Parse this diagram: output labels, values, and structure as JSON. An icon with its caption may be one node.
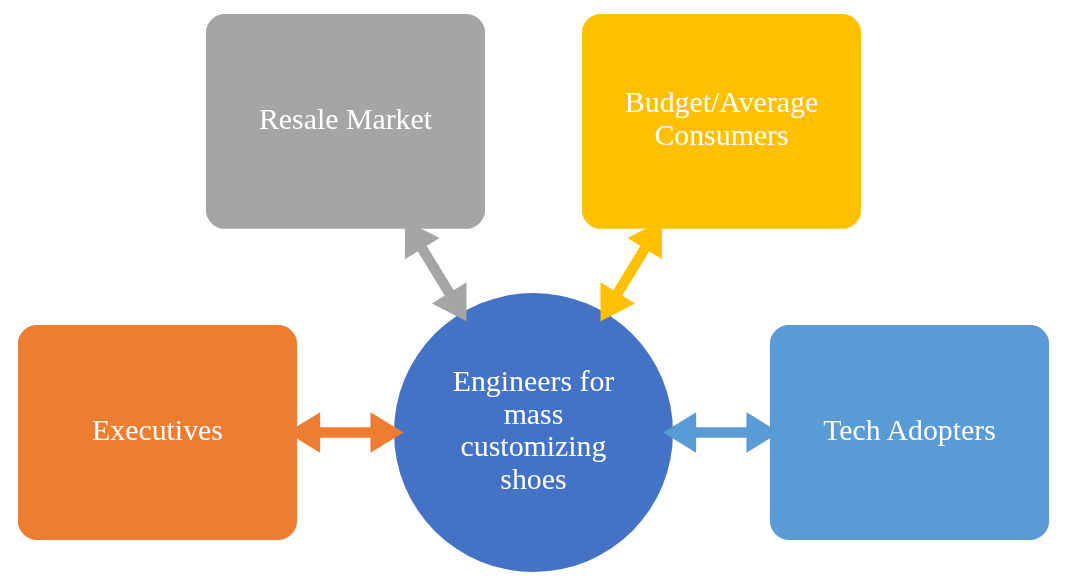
{
  "diagram": {
    "nodes": [
      {
        "text": [
          "Resale Market"
        ]
      },
      {
        "text": [
          "Budget/Average Consumers"
        ]
      },
      {
        "text": [
          "Executives"
        ]
      },
      {
        "text": [
          "Tech Adopters"
        ]
      },
      {
        "text": [
          "Engineers for mass customizing shoes"
        ]
      }
    ],
    "edges": [
      {
        "from": 0,
        "to": 4,
        "arrow": "both",
        "color": "#a5a5a5"
      },
      {
        "from": 1,
        "to": 4,
        "arrow": "both",
        "color": "#ffc000"
      },
      {
        "from": 2,
        "to": 4,
        "arrow": "both",
        "color": "#ed7d31"
      },
      {
        "from": 4,
        "to": 3,
        "arrow": "both",
        "color": "#5b9bd5"
      }
    ]
  }
}
